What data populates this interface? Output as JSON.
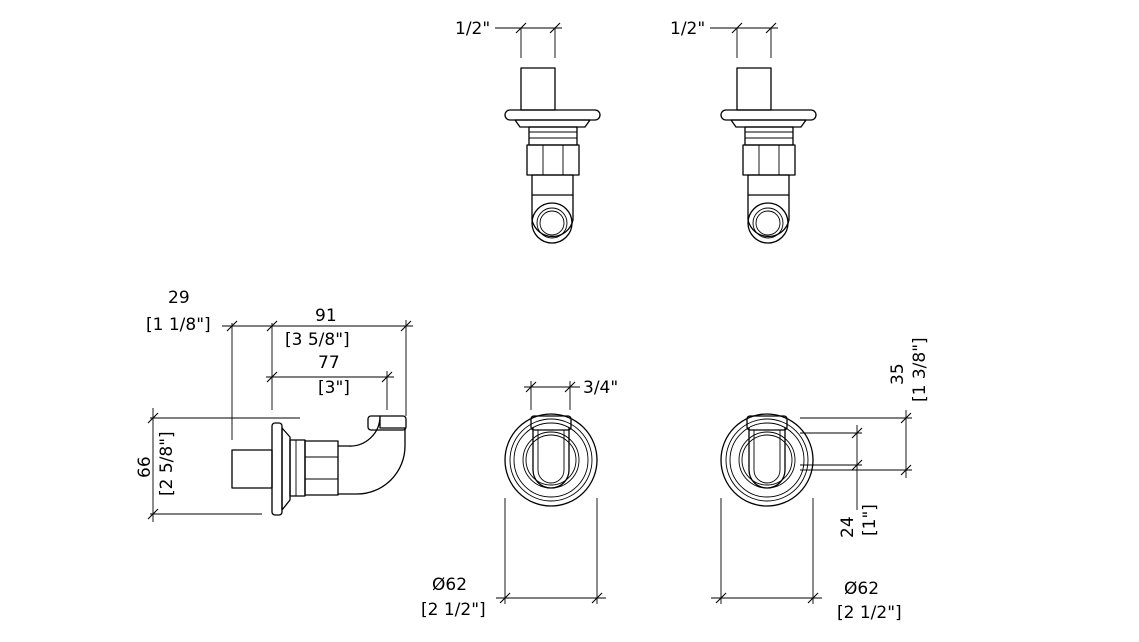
{
  "dimensions": {
    "top_left_nut": "1/2\"",
    "top_right_nut": "1/2\"",
    "side_depth_mm": "29",
    "side_depth_in": "[1 1/8\"]",
    "side_total_mm": "91",
    "side_total_in": "[3 5/8\"]",
    "side_outlet_mm": "77",
    "side_outlet_in": "[3\"]",
    "side_height_mm": "66",
    "side_height_in": "[2 5/8\"]",
    "front_outlet": "3/4\"",
    "front_dia_mm": "Ø62",
    "front_dia_in": "[2 1/2\"]",
    "right_top_mm": "35",
    "right_top_in": "[1 3/8\"]",
    "right_center_mm": "24",
    "right_center_in": "[1\"]",
    "right_dia_mm": "Ø62",
    "right_dia_in": "[2 1/2\"]"
  }
}
